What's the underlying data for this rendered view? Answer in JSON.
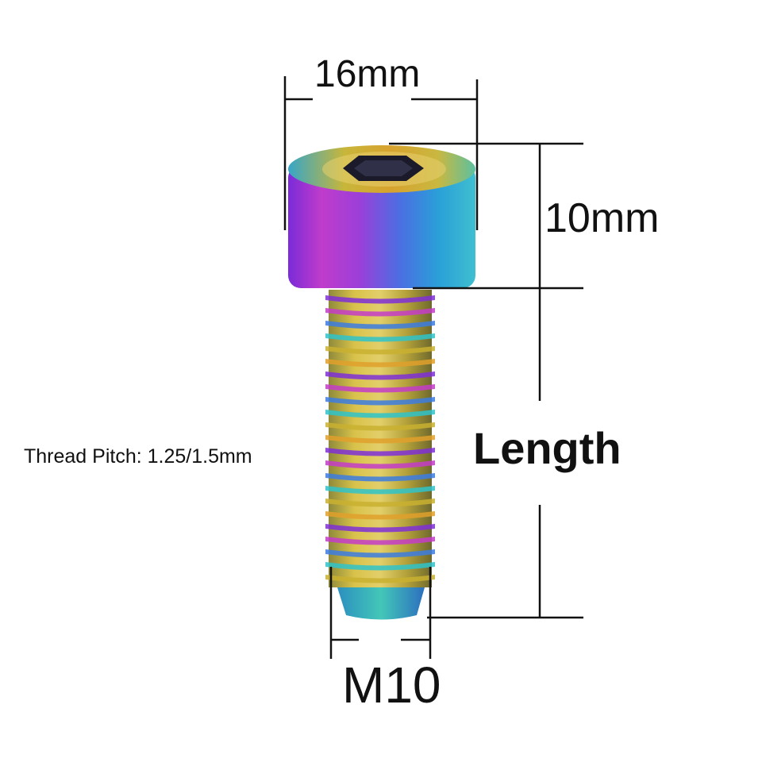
{
  "dimensions": {
    "head_diameter": "16mm",
    "head_height": "10mm",
    "length": "Length",
    "thread_pitch": "Thread Pitch: 1.25/1.5mm",
    "thread_size": "M10"
  },
  "colors": {
    "background": "#ffffff",
    "dimension_lines": "#111111",
    "finish": [
      "#7f2fd6",
      "#c43cc8",
      "#3c7de0",
      "#2fc3c9",
      "#c9b030",
      "#e0a02c"
    ]
  },
  "icons": {
    "bolt": "rainbow-titanium-socket-head-bolt",
    "drive": "hex-socket"
  }
}
